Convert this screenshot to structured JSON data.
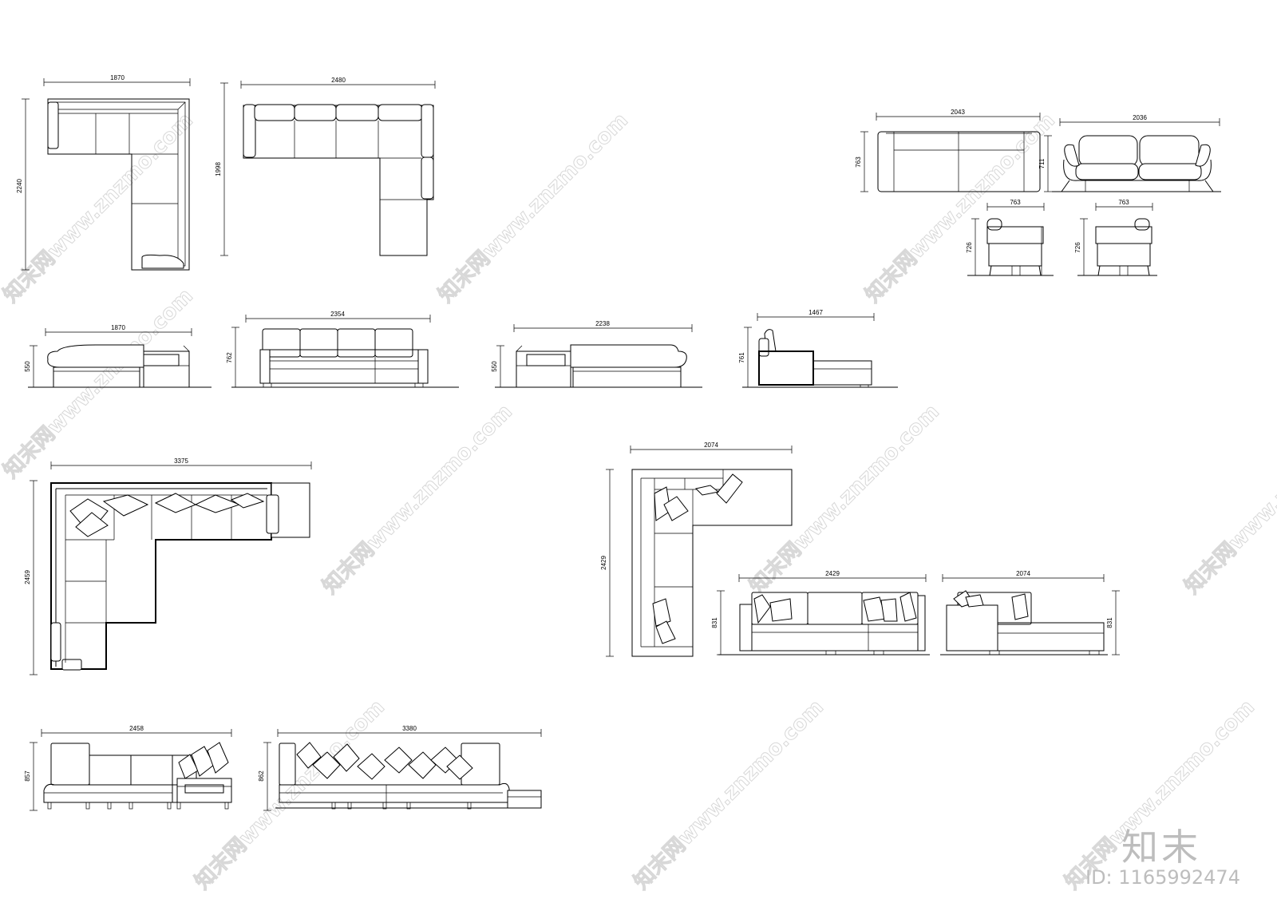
{
  "drawing": {
    "dimensions": {
      "d1870_top": "1870",
      "d2240": "2240",
      "d2480": "2480",
      "d1998": "1998",
      "d2043": "2043",
      "d763_a": "763",
      "d2036": "2036",
      "d711": "711",
      "d763_b": "763",
      "d726_a": "726",
      "d763_c": "763",
      "d726_b": "726",
      "d1870_elev": "1870",
      "d550_a": "550",
      "d2354": "2354",
      "d762": "762",
      "d2238": "2238",
      "d550_b": "550",
      "d1467": "1467",
      "d761": "761",
      "d3375": "3375",
      "d2459": "2459",
      "d2074_top": "2074",
      "d2429_v": "2429",
      "d2429_h": "2429",
      "d831_a": "831",
      "d2074_elev": "2074",
      "d831_b": "831",
      "d2458": "2458",
      "d857": "857",
      "d3380": "3380",
      "d862": "862"
    }
  },
  "watermark": {
    "text": "知末网www.znzmo.com",
    "brand": "知末",
    "id_text": "ID: 1165992474"
  }
}
